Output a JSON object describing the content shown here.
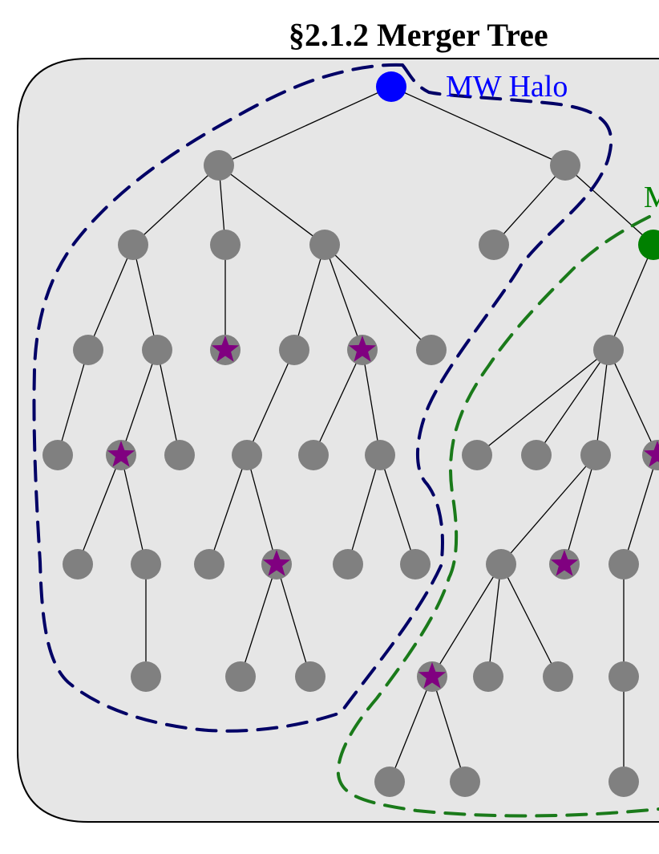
{
  "title": "§2.1.2 Merger Tree",
  "regions": {
    "mw_label": "MW Halo",
    "m31_label": "M"
  },
  "colors": {
    "panel_fill": "#e6e6e6",
    "panel_stroke": "#000000",
    "edge": "#000000",
    "halo_node": "#808080",
    "mw_root": "#0000ff",
    "m31_root": "#008000",
    "mw_boundary": "#000066",
    "m31_boundary": "#1a7a1a",
    "star": "#800080"
  },
  "icons": {
    "node": "filled-circle",
    "marked_node": "star-in-circle"
  }
}
